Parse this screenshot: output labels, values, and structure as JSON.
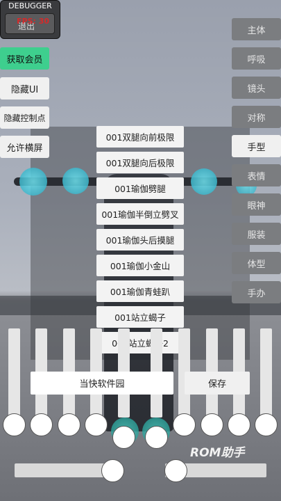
{
  "debugger": {
    "title": "DEBUGGER",
    "fps": "FPS: 30",
    "exit_label": "退出"
  },
  "left_menu": {
    "get_member": "获取会员",
    "hide_ui": "隐藏UI",
    "hide_control_points": "隐藏控制点",
    "allow_landscape": "允许横屏"
  },
  "right_menu": {
    "items": [
      "主体",
      "呼吸",
      "镜头",
      "对称",
      "手型",
      "表情",
      "眼神",
      "服装",
      "体型",
      "手办"
    ],
    "active_index": 4
  },
  "pose_list": [
    "001双腿向前极限",
    "001双腿向后极限",
    "001瑜伽劈腿",
    "001瑜伽半倒立劈叉",
    "001瑜伽头后摸腿",
    "001瑜伽小金山",
    "001瑜伽青蛙趴",
    "001站立蝎子",
    "001站立蝎子2"
  ],
  "bottom": {
    "name_input_value": "当快软件园",
    "save_label": "保存",
    "watermark": "ROM助手"
  },
  "sliders": {
    "vertical_levels": [
      0.0,
      0.0,
      0.0,
      0.0,
      0.0,
      0.0,
      0.0,
      0.0,
      0.0,
      0.0
    ],
    "left_horizontal_level": 1.0,
    "right_horizontal_level": 0.0
  },
  "colors": {
    "accent_green": "#3ecf8e",
    "panel_grey": "#7b7d80",
    "button_light": "#f0f0f0"
  }
}
